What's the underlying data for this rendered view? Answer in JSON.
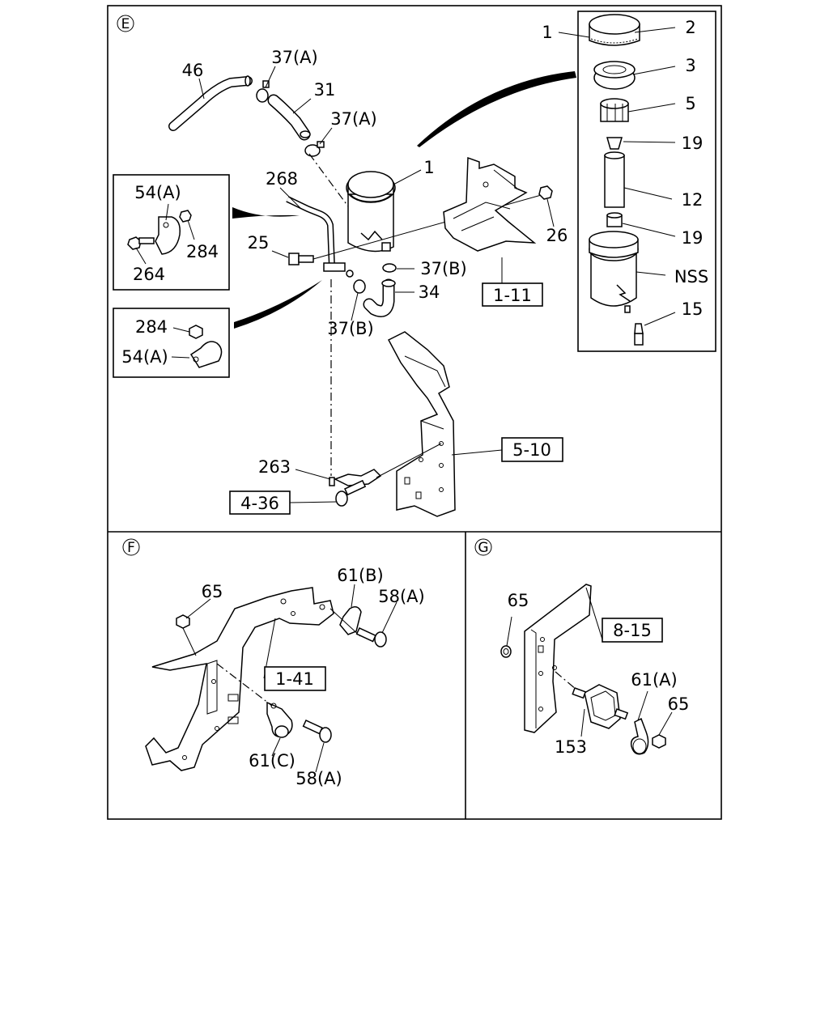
{
  "sections": {
    "E": {
      "letter": "E",
      "labels": {
        "l46": "46",
        "l37a_top": "37(A)",
        "l31": "31",
        "l37a_mid": "37(A)",
        "l268": "268",
        "l1_tank": "1",
        "l25": "25",
        "l26": "26",
        "l37b_right": "37(B)",
        "l34": "34",
        "l37b_left": "37(B)",
        "l263": "263"
      },
      "refs": {
        "r1_11": "1-11",
        "r5_10": "5-10",
        "r4_36": "4-36"
      },
      "inset_clip_a": {
        "l54a": "54(A)",
        "l284": "284",
        "l264": "264"
      },
      "inset_clip_b": {
        "l284": "284",
        "l54a": "54(A)"
      },
      "exploded_view": {
        "l1": "1",
        "l2": "2",
        "l3": "3",
        "l5": "5",
        "l19_upper": "19",
        "l12": "12",
        "l19_lower": "19",
        "lnss": "NSS",
        "l15": "15"
      }
    },
    "F": {
      "letter": "F",
      "labels": {
        "l65": "65",
        "l61b": "61(B)",
        "l58a_top": "58(A)",
        "l61c": "61(C)",
        "l58a_bottom": "58(A)"
      },
      "refs": {
        "r1_41": "1-41"
      }
    },
    "G": {
      "letter": "G",
      "labels": {
        "l65_left": "65",
        "l61a": "61(A)",
        "l65_right": "65",
        "l153": "153"
      },
      "refs": {
        "r8_15": "8-15"
      }
    }
  }
}
